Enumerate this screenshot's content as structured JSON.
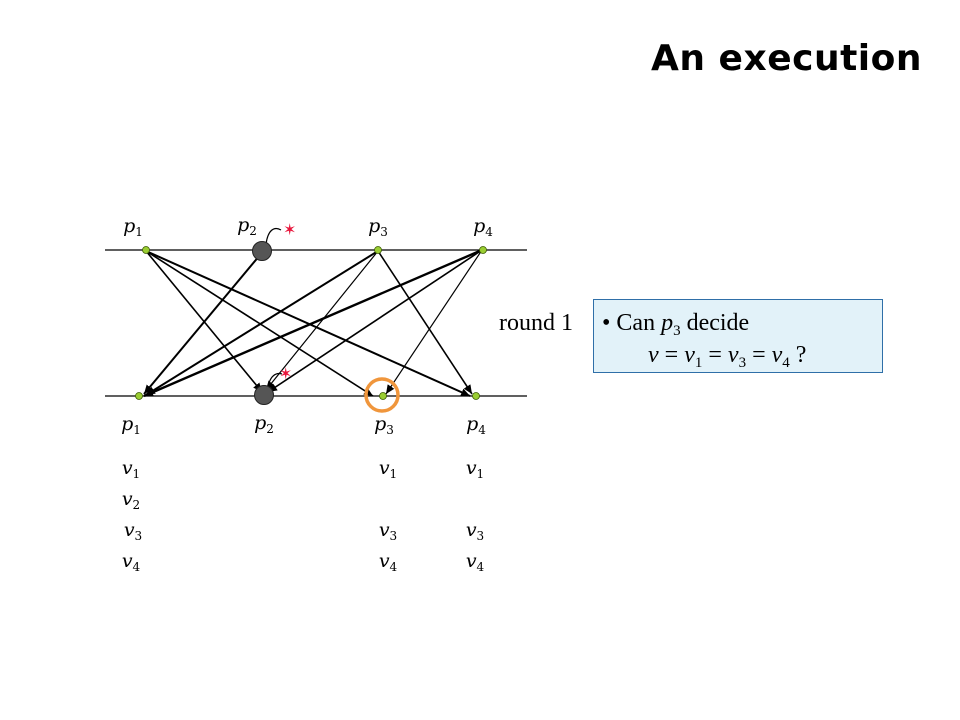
{
  "title": "An execution",
  "round_label": "round 1",
  "callout": {
    "bullet": "•",
    "line1_text": "Can",
    "line1_proc": "p",
    "line1_proc_sub": "3",
    "line1_end": "decide",
    "eq": [
      {
        "sym": "v",
        "sub": ""
      },
      {
        "op": "="
      },
      {
        "sym": "v",
        "sub": "1"
      },
      {
        "op": "="
      },
      {
        "sym": "v",
        "sub": "3"
      },
      {
        "op": "="
      },
      {
        "sym": "v",
        "sub": "4"
      },
      {
        "op": "?"
      }
    ]
  },
  "top_processes": [
    {
      "name": "p",
      "sub": "1"
    },
    {
      "name": "p",
      "sub": "2"
    },
    {
      "name": "p",
      "sub": "3"
    },
    {
      "name": "p",
      "sub": "4"
    }
  ],
  "bottom_processes": [
    {
      "name": "p",
      "sub": "1"
    },
    {
      "name": "p",
      "sub": "2"
    },
    {
      "name": "p",
      "sub": "3"
    },
    {
      "name": "p",
      "sub": "4"
    }
  ],
  "received_values": {
    "p1": [
      {
        "v": "v",
        "sub": "1"
      },
      {
        "v": "v",
        "sub": "2"
      },
      {
        "v": "v",
        "sub": "3"
      },
      {
        "v": "v",
        "sub": "4"
      }
    ],
    "p3": [
      {
        "v": "v",
        "sub": "1"
      },
      {
        "v": "v",
        "sub": "3"
      },
      {
        "v": "v",
        "sub": "4"
      }
    ],
    "p4": [
      {
        "v": "v",
        "sub": "1"
      },
      {
        "v": "v",
        "sub": "3"
      },
      {
        "v": "v",
        "sub": "4"
      }
    ]
  },
  "colors": {
    "line": "#000000",
    "node": "#9acd32",
    "crashed": "#555555",
    "crash_mark": "#e8163c",
    "highlight": "#f0963c",
    "callout_bg": "#e2f2f9",
    "callout_border": "#2f6fa8"
  }
}
